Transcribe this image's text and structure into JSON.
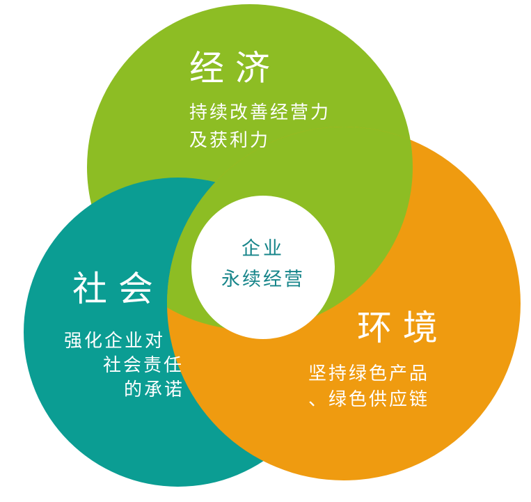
{
  "economy": {
    "title": "经 济",
    "lines": [
      "持续改善经营力",
      "及获利力"
    ],
    "color": "#8dbd24"
  },
  "society": {
    "title": "社 会",
    "lines": [
      "强化企业对",
      "社会责任",
      "的承诺"
    ],
    "color": "#0b9d93"
  },
  "environment": {
    "title": "环 境",
    "lines": [
      "坚持绿色产品",
      "、绿色供应链"
    ],
    "color": "#ef9b10"
  },
  "center": {
    "lines": [
      "企业",
      "永续经营"
    ],
    "text_color": "#17858a"
  }
}
